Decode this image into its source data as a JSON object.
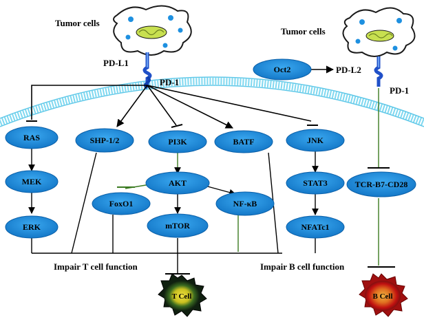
{
  "labels": {
    "tumor_left": "Tumor cells",
    "tumor_right": "Tumor cells",
    "pdl1": "PD-L1",
    "pd1_left": "PD-1",
    "pdl2": "PD-L2",
    "pd1_right": "PD-1",
    "impair_t": "Impair T cell function",
    "impair_b": "Impair B cell function"
  },
  "nodes": {
    "oct2": "Oct2",
    "ras": "RAS",
    "shp": "SHP-1/2",
    "pi3k": "PI3K",
    "batf": "BATF",
    "jnk": "JNK",
    "mek": "MEK",
    "akt": "AKT",
    "stat3": "STAT3",
    "foxo1": "FoxO1",
    "nfkb": "NF-κB",
    "erk": "ERK",
    "mtor": "mTOR",
    "nfatc1": "NFATc1",
    "tcr": "TCR-B7-CD28"
  },
  "cells": {
    "t_cell": "T Cell",
    "b_cell": "B Cell"
  },
  "colors": {
    "node_fill": "#1E90E0",
    "node_stroke": "#0A5FA8",
    "membrane": "#7FD8F0",
    "receptor": "#2050C8",
    "tcell_outer": "#1a3a1a",
    "tcell_inner": "#E0D020",
    "bcell_outer": "#D01010",
    "bcell_inner": "#E89020"
  }
}
